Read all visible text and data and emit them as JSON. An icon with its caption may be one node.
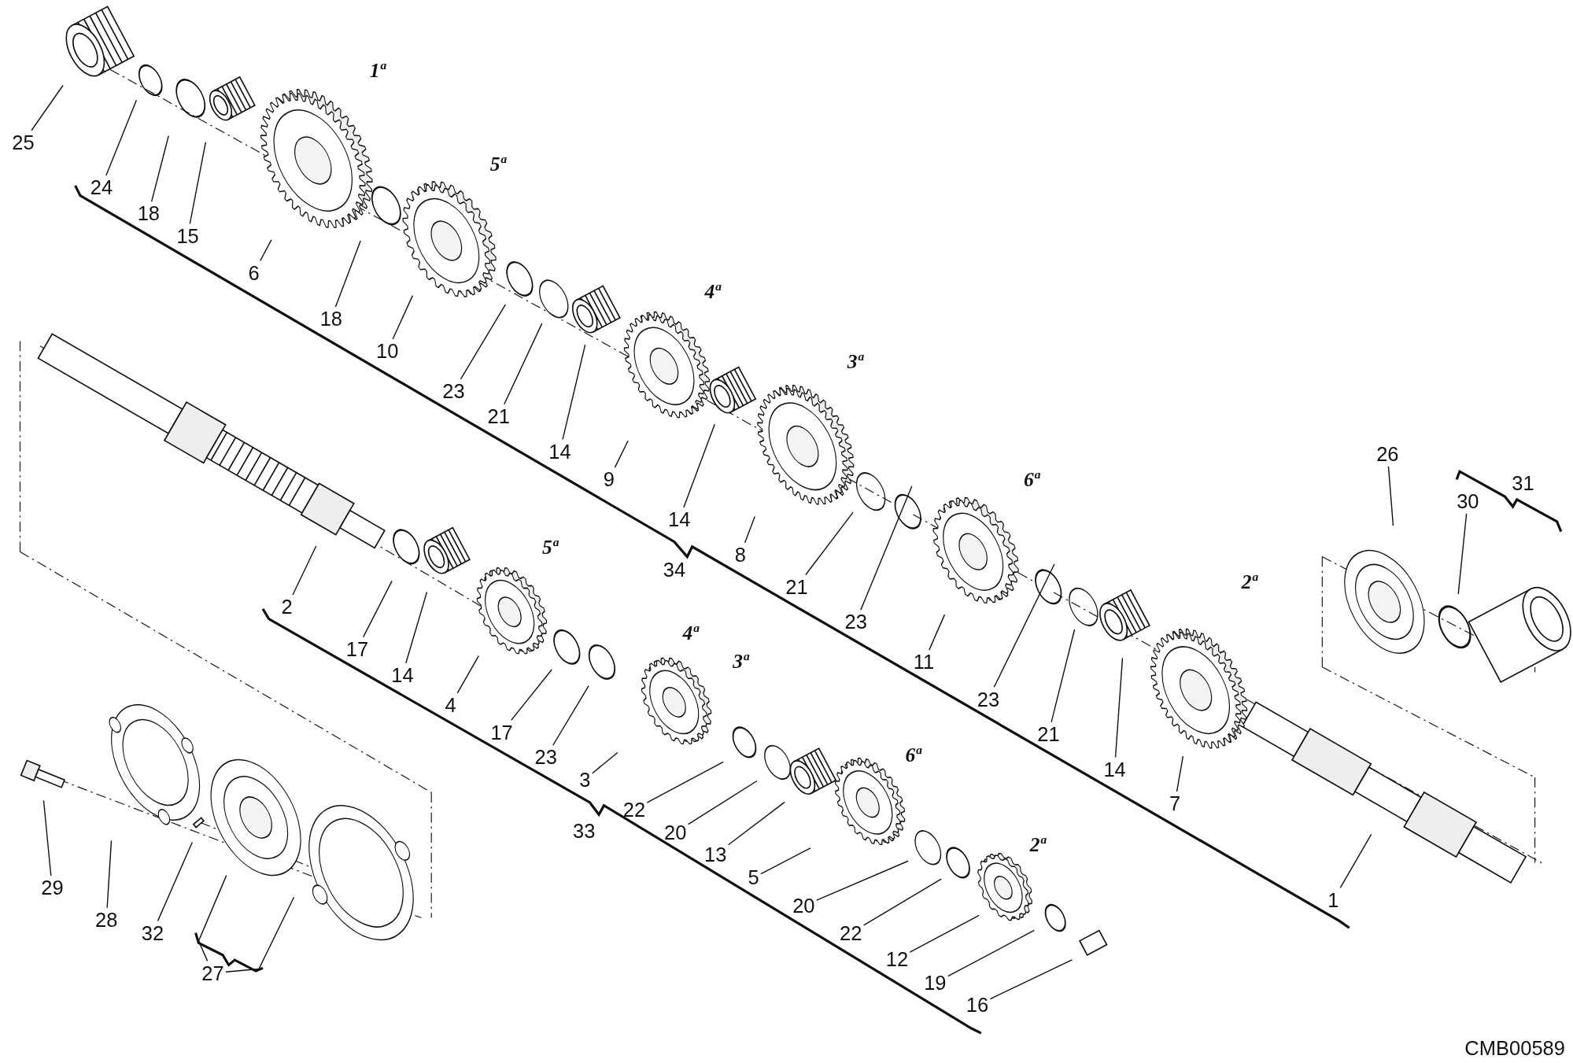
{
  "diagram": {
    "nodes": [
      {
        "text": [
          "25"
        ]
      },
      {
        "text": [
          "24"
        ]
      },
      {
        "text": [
          "18"
        ]
      },
      {
        "text": [
          "15"
        ]
      },
      {
        "text": [
          "6"
        ]
      },
      {
        "text": [
          "18"
        ]
      },
      {
        "text": [
          "10"
        ]
      },
      {
        "text": [
          "23"
        ]
      },
      {
        "text": [
          "21"
        ]
      },
      {
        "text": [
          "14"
        ]
      },
      {
        "text": [
          "9"
        ]
      },
      {
        "text": [
          "14"
        ]
      },
      {
        "text": [
          "8"
        ]
      },
      {
        "text": [
          "21"
        ]
      },
      {
        "text": [
          "23"
        ]
      },
      {
        "text": [
          "11"
        ]
      },
      {
        "text": [
          "23"
        ]
      },
      {
        "text": [
          "21"
        ]
      },
      {
        "text": [
          "14"
        ]
      },
      {
        "text": [
          "7"
        ]
      },
      {
        "text": [
          "1"
        ]
      },
      {
        "text": [
          "26"
        ]
      },
      {
        "text": [
          "30"
        ]
      },
      {
        "text": [
          "2"
        ]
      },
      {
        "text": [
          "17"
        ]
      },
      {
        "text": [
          "14"
        ]
      },
      {
        "text": [
          "4"
        ]
      },
      {
        "text": [
          "17"
        ]
      },
      {
        "text": [
          "23"
        ]
      },
      {
        "text": [
          "3"
        ]
      },
      {
        "text": [
          "22"
        ]
      },
      {
        "text": [
          "20"
        ]
      },
      {
        "text": [
          "13"
        ]
      },
      {
        "text": [
          "5"
        ]
      },
      {
        "text": [
          "20"
        ]
      },
      {
        "text": [
          "22"
        ]
      },
      {
        "text": [
          "12"
        ]
      },
      {
        "text": [
          "19"
        ]
      },
      {
        "text": [
          "16"
        ]
      },
      {
        "text": [
          "29"
        ]
      },
      {
        "text": [
          "28"
        ]
      },
      {
        "text": [
          "32"
        ]
      },
      {
        "text": [
          "27"
        ]
      }
    ],
    "edges": [
      {
        "from": 0,
        "to": null,
        "arrow": "none"
      },
      {
        "from": 1,
        "to": null,
        "arrow": "none"
      },
      {
        "from": 2,
        "to": null,
        "arrow": "none"
      },
      {
        "from": 3,
        "to": null,
        "arrow": "none"
      },
      {
        "from": 4,
        "to": null,
        "arrow": "none"
      },
      {
        "from": 5,
        "to": null,
        "arrow": "none"
      },
      {
        "from": 6,
        "to": null,
        "arrow": "none"
      },
      {
        "from": 7,
        "to": null,
        "arrow": "none"
      },
      {
        "from": 8,
        "to": null,
        "arrow": "none"
      },
      {
        "from": 9,
        "to": null,
        "arrow": "none"
      },
      {
        "from": 10,
        "to": null,
        "arrow": "none"
      },
      {
        "from": 11,
        "to": null,
        "arrow": "none"
      },
      {
        "from": 12,
        "to": null,
        "arrow": "none"
      },
      {
        "from": 13,
        "to": null,
        "arrow": "none"
      },
      {
        "from": 14,
        "to": null,
        "arrow": "none"
      },
      {
        "from": 15,
        "to": null,
        "arrow": "none"
      },
      {
        "from": 16,
        "to": null,
        "arrow": "none"
      },
      {
        "from": 17,
        "to": null,
        "arrow": "none"
      },
      {
        "from": 18,
        "to": null,
        "arrow": "none"
      },
      {
        "from": 19,
        "to": null,
        "arrow": "none"
      },
      {
        "from": 20,
        "to": null,
        "arrow": "none"
      },
      {
        "from": 21,
        "to": null,
        "arrow": "none"
      },
      {
        "from": 22,
        "to": null,
        "arrow": "none"
      },
      {
        "from": 23,
        "to": null,
        "arrow": "none"
      },
      {
        "from": 24,
        "to": null,
        "arrow": "none"
      },
      {
        "from": 25,
        "to": null,
        "arrow": "none"
      },
      {
        "from": 26,
        "to": null,
        "arrow": "none"
      },
      {
        "from": 27,
        "to": null,
        "arrow": "none"
      },
      {
        "from": 28,
        "to": null,
        "arrow": "none"
      },
      {
        "from": 29,
        "to": null,
        "arrow": "none"
      },
      {
        "from": 30,
        "to": null,
        "arrow": "none"
      },
      {
        "from": 31,
        "to": null,
        "arrow": "none"
      },
      {
        "from": 32,
        "to": null,
        "arrow": "none"
      },
      {
        "from": 33,
        "to": null,
        "arrow": "none"
      },
      {
        "from": 34,
        "to": null,
        "arrow": "none"
      },
      {
        "from": 35,
        "to": null,
        "arrow": "none"
      },
      {
        "from": 36,
        "to": null,
        "arrow": "none"
      },
      {
        "from": 37,
        "to": null,
        "arrow": "none"
      },
      {
        "from": 38,
        "to": null,
        "arrow": "none"
      },
      {
        "from": 39,
        "to": null,
        "arrow": "none"
      },
      {
        "from": 40,
        "to": null,
        "arrow": "none"
      },
      {
        "from": 41,
        "to": null,
        "arrow": "none"
      },
      {
        "from": 42,
        "to": null,
        "arrow": "none"
      },
      {
        "from": 42,
        "to": null,
        "arrow": "none"
      }
    ],
    "labels": [
      "1ª",
      "5ª",
      "4ª",
      "3ª",
      "6ª",
      "31",
      "5ª",
      "34",
      "2ª",
      "4ª",
      "3ª",
      "6ª",
      "33",
      "2ª",
      "CMB00589"
    ]
  }
}
